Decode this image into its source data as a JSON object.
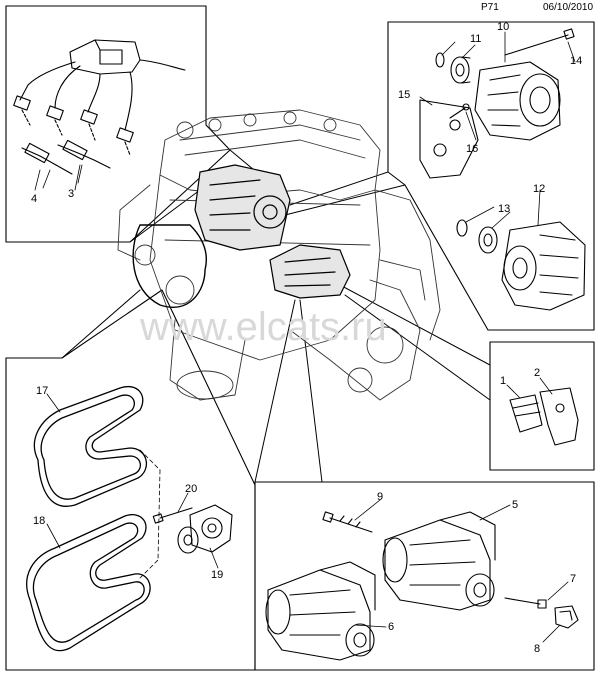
{
  "header": {
    "page_code": "P71",
    "date": "06/10/2010"
  },
  "watermark": "www.elcats.ru",
  "callouts": [
    "1",
    "2",
    "3",
    "4",
    "5",
    "6",
    "7",
    "8",
    "9",
    "10",
    "11",
    "12",
    "13",
    "14",
    "15",
    "16",
    "17",
    "18",
    "19",
    "20"
  ]
}
